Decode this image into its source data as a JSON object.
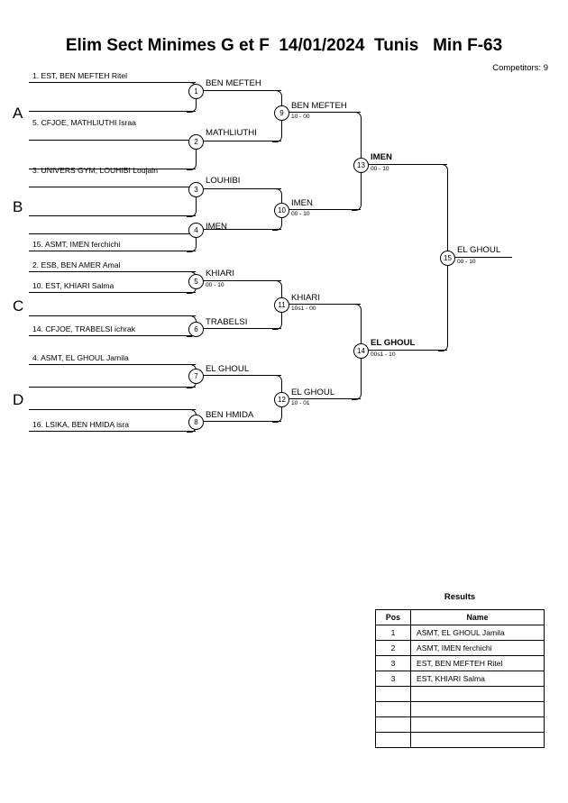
{
  "header": {
    "title": "Elim Sect Minimes G et F  14/01/2024  Tunis   Min F-63",
    "competitors_label": "Competitors: 9"
  },
  "groups": [
    {
      "letter": "A"
    },
    {
      "letter": "B"
    },
    {
      "letter": "C"
    },
    {
      "letter": "D"
    }
  ],
  "entrants": [
    {
      "label": "1. EST, BEN MEFTEH Ritel"
    },
    {
      "label": ""
    },
    {
      "label": "5. CFJOE, MATHLIUTHI Israa"
    },
    {
      "label": ""
    },
    {
      "label": "3. UNIVERS GYM, LOUHIBI Loujain"
    },
    {
      "label": ""
    },
    {
      "label": ""
    },
    {
      "label": "15. ASMT, IMEN ferchichi"
    },
    {
      "label": "2. ESB, BEN AMER Amal"
    },
    {
      "label": "10. EST, KHIARI Salma"
    },
    {
      "label": ""
    },
    {
      "label": "14. CFJOE, TRABELSI ichrak"
    },
    {
      "label": "4. ASMT, EL GHOUL Jamila"
    },
    {
      "label": ""
    },
    {
      "label": ""
    },
    {
      "label": "16. LSIKA, BEN HMIDA isra"
    }
  ],
  "bouts": [
    {
      "num": "1",
      "winner": "BEN MEFTEH",
      "score": "",
      "bold": false
    },
    {
      "num": "2",
      "winner": "MATHLIUTHI",
      "score": "",
      "bold": false
    },
    {
      "num": "3",
      "winner": "LOUHIBI",
      "score": "",
      "bold": false
    },
    {
      "num": "4",
      "winner": "IMEN",
      "score": "",
      "bold": false
    },
    {
      "num": "5",
      "winner": "KHIARI",
      "score": "00 - 10",
      "bold": false
    },
    {
      "num": "6",
      "winner": "TRABELSI",
      "score": "",
      "bold": false
    },
    {
      "num": "7",
      "winner": "EL GHOUL",
      "score": "",
      "bold": false
    },
    {
      "num": "8",
      "winner": "BEN HMIDA",
      "score": "",
      "bold": false
    },
    {
      "num": "9",
      "winner": "BEN MEFTEH",
      "score": "10 - 00",
      "bold": false
    },
    {
      "num": "10",
      "winner": "IMEN",
      "score": "00 - 10",
      "bold": false
    },
    {
      "num": "11",
      "winner": "KHIARI",
      "score": "10s1 - 00",
      "bold": false
    },
    {
      "num": "12",
      "winner": "EL GHOUL",
      "score": "10 - 01",
      "bold": false
    },
    {
      "num": "13",
      "winner": "IMEN",
      "score": "00 - 10",
      "bold": true
    },
    {
      "num": "14",
      "winner": "EL GHOUL",
      "score": "00s1 - 10",
      "bold": true
    },
    {
      "num": "15",
      "winner": "EL GHOUL",
      "score": "00 - 10",
      "bold": false
    }
  ],
  "results": {
    "title": "Results",
    "columns": [
      "Pos",
      "Name"
    ],
    "rows": [
      {
        "pos": "1",
        "name": "ASMT, EL GHOUL Jamila"
      },
      {
        "pos": "2",
        "name": "ASMT, IMEN ferchichi"
      },
      {
        "pos": "3",
        "name": "EST, BEN MEFTEH Ritel"
      },
      {
        "pos": "3",
        "name": "EST, KHIARI Salma"
      },
      {
        "pos": "",
        "name": ""
      },
      {
        "pos": "",
        "name": ""
      },
      {
        "pos": "",
        "name": ""
      },
      {
        "pos": "",
        "name": ""
      }
    ]
  }
}
